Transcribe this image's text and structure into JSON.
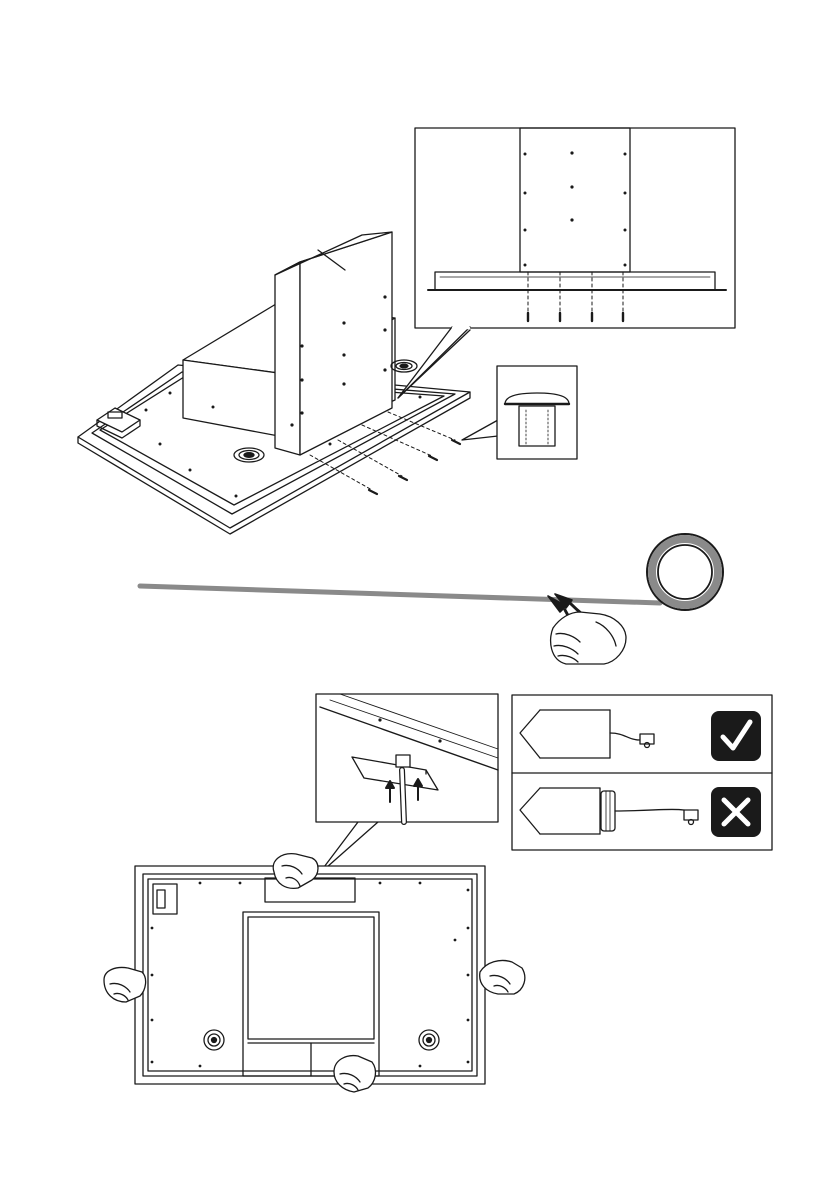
{
  "page": {
    "title": ""
  },
  "steps": [
    {
      "id": "step-1",
      "description": "",
      "screws_count": 4,
      "detail_views": [
        "duct-bracket-detail",
        "screw-closeup"
      ]
    },
    {
      "id": "step-2",
      "description": "",
      "tool": "cutting-pliers-icon",
      "cable_roll": "cable-roll-icon"
    },
    {
      "id": "step-3",
      "description": "",
      "hand_positions": 4,
      "connection_examples": [
        {
          "status": "correct",
          "icon": "check-icon"
        },
        {
          "status": "wrong",
          "icon": "cross-icon"
        }
      ]
    }
  ],
  "colors": {
    "line": "#1a1a1a",
    "cable": "#8a8a8a",
    "badge": "#1a1a1a",
    "badge_mark": "#ffffff"
  }
}
